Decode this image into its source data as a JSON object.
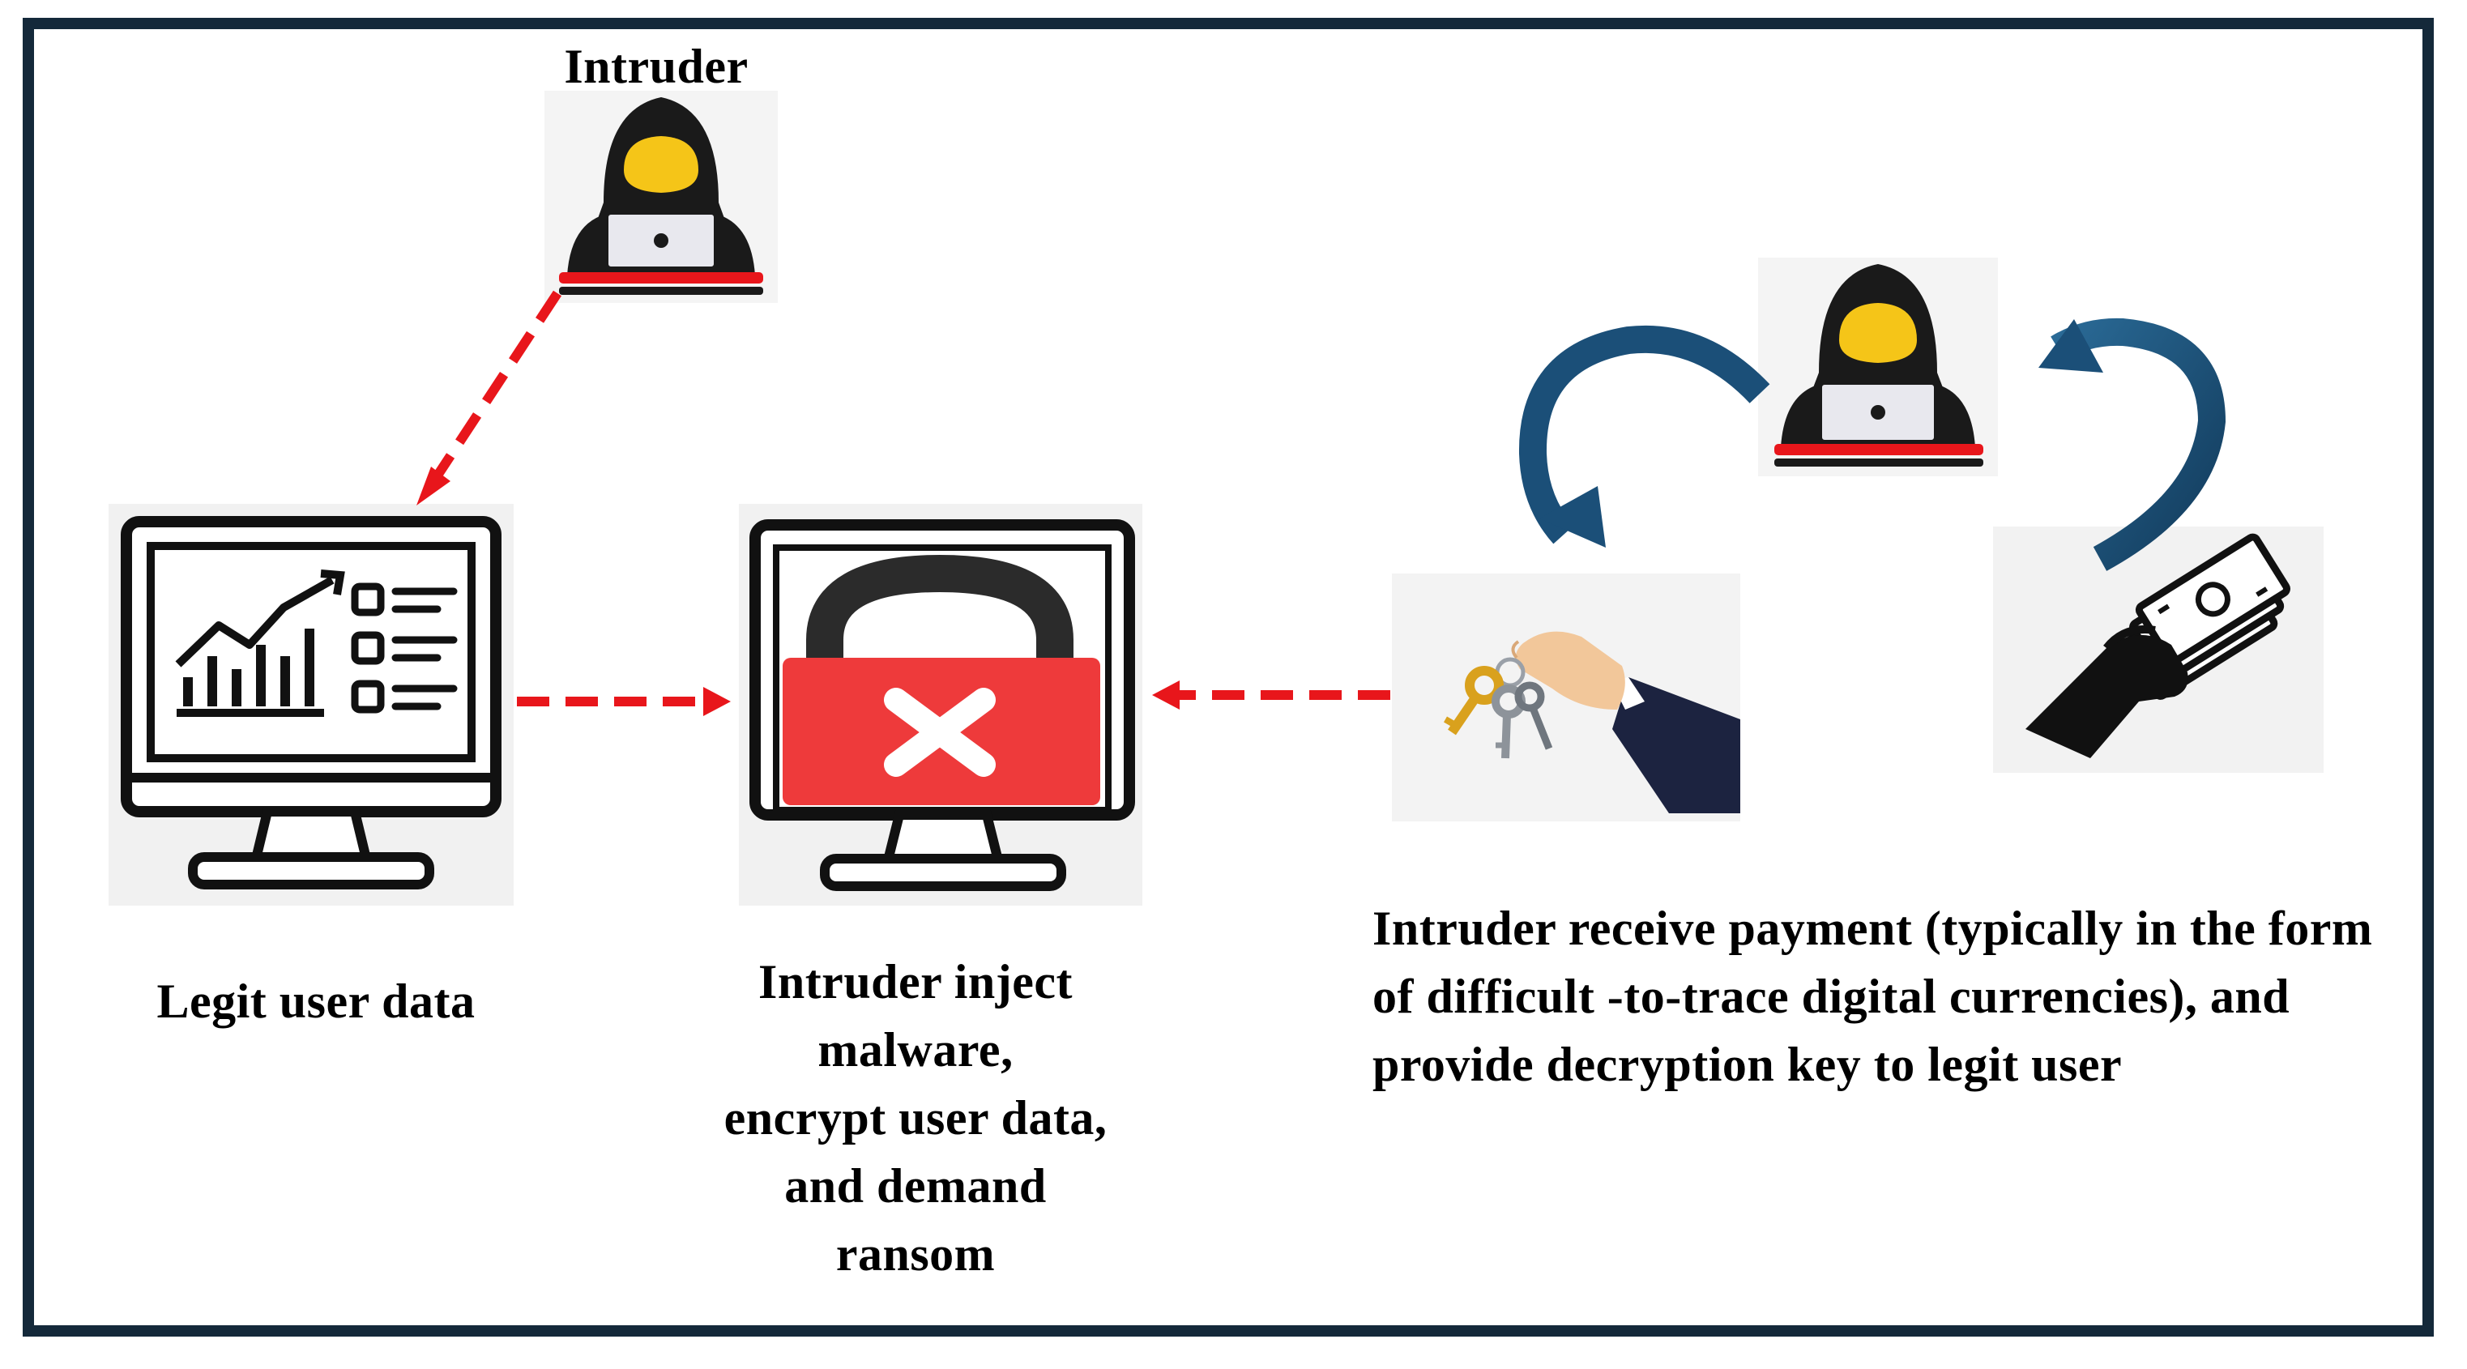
{
  "labels": {
    "intruder_title": "Intruder",
    "legit_caption": "Legit user data",
    "inject_caption": "Intruder inject\nmalware,\nencrypt user data,\nand demand\nransom",
    "payment_caption": "Intruder  receive payment  (typically in the form of difficult -to-trace digital currencies), and provide decryption key to legit user"
  },
  "icons": {
    "intruder_top": "hooded-hacker-laptop-icon",
    "intruder_right": "hooded-hacker-laptop-icon",
    "legit_monitor": "monitor-analytics-dashboard-icon",
    "locked_monitor": "monitor-red-padlock-x-icon",
    "key": "hand-holding-keys-icon",
    "payment": "hand-holding-cash-icon",
    "cycle_arrows": "curved-arrow-icon"
  },
  "colors": {
    "border": "#14293a",
    "arrow_dashed": "#e8161b",
    "padlock_red": "#ee3a3b",
    "curved_arrow": "#1b4f78",
    "hacker_face": "#f5c518",
    "icon_dark": "#111111"
  }
}
